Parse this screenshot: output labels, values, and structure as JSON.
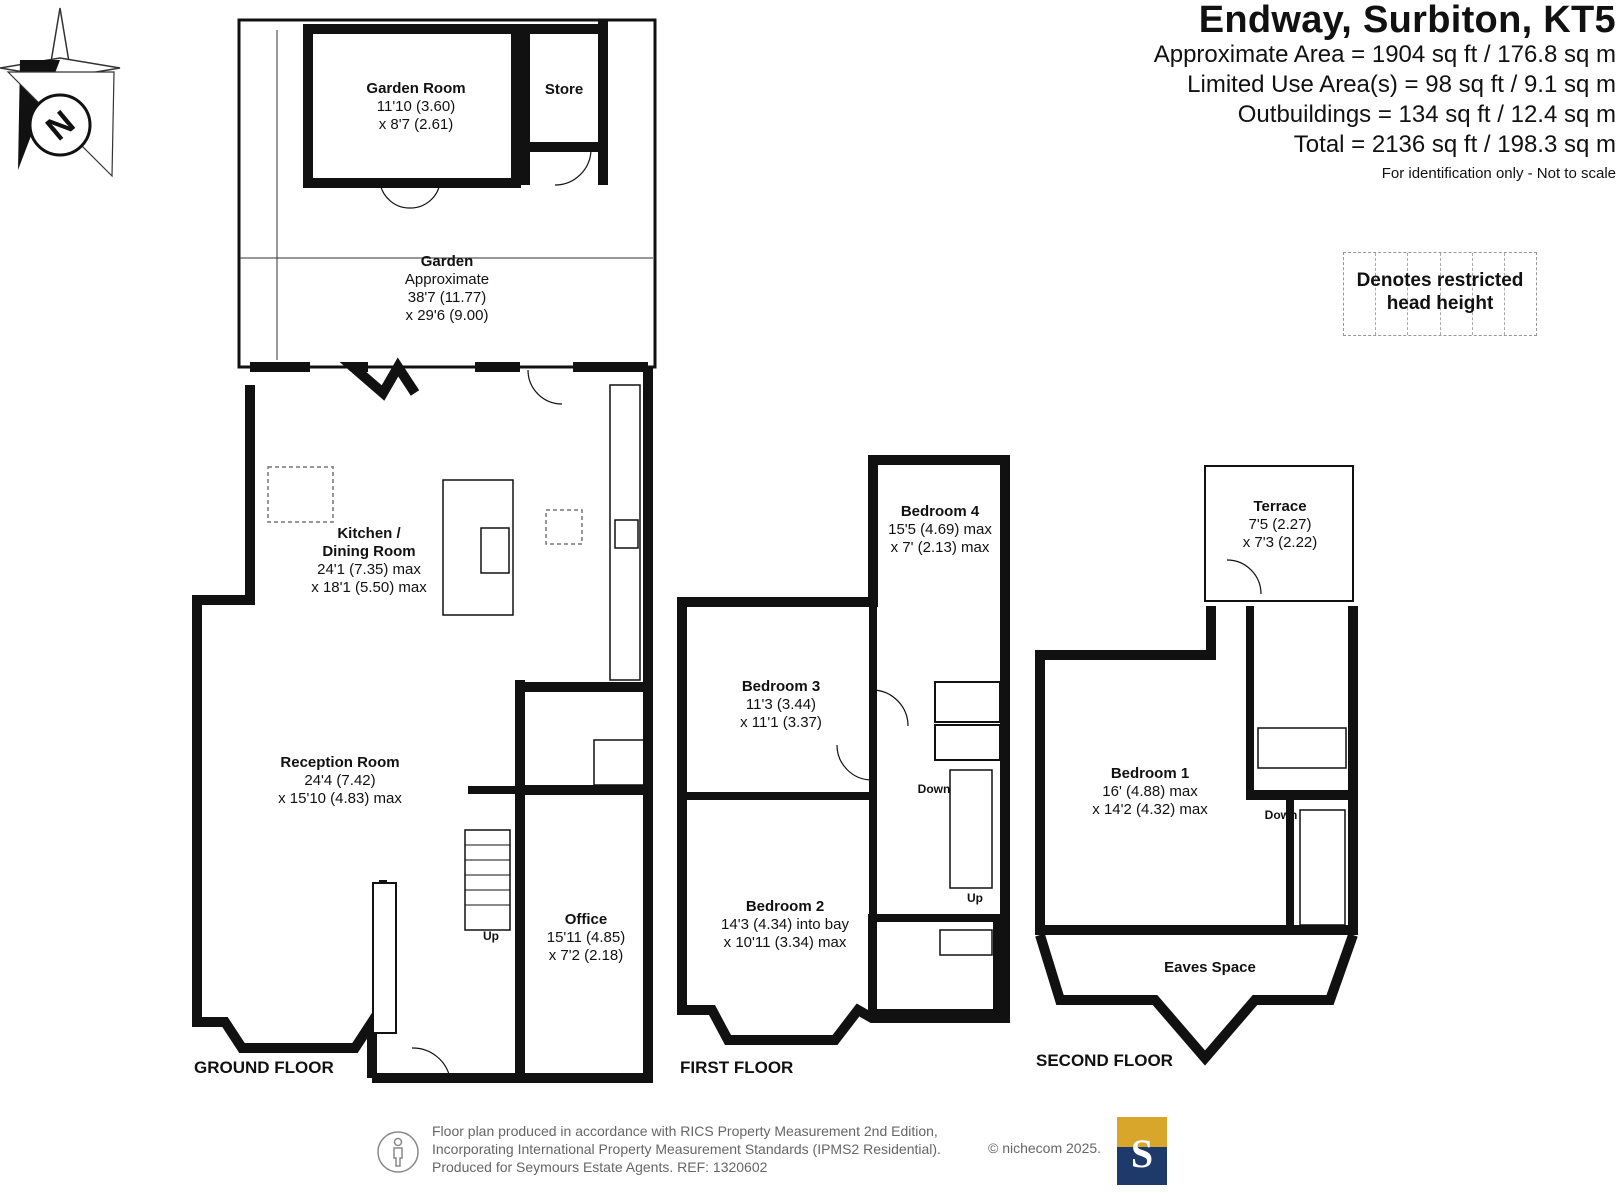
{
  "header": {
    "title": "Endway, Surbiton, KT5",
    "approx_area": "Approximate Area = 1904 sq ft / 176.8 sq m",
    "limited_use": "Limited Use Area(s) = 98 sq ft / 9.1 sq m",
    "outbuildings": "Outbuildings = 134 sq ft / 12.4 sq m",
    "total": "Total = 2136 sq ft / 198.3 sq m",
    "note": "For identification only - Not to scale"
  },
  "legend": {
    "line1": "Denotes restricted",
    "line2": "head height"
  },
  "floors": {
    "ground": "GROUND FLOOR",
    "first": "FIRST FLOOR",
    "second": "SECOND FLOOR"
  },
  "compass": {
    "letter": "N"
  },
  "rooms": {
    "garden_room": {
      "name": "Garden Room",
      "dim1": "11'10 (3.60)",
      "dim2": "x 8'7 (2.61)"
    },
    "store": {
      "name": "Store"
    },
    "garden": {
      "name": "Garden",
      "dim0": "Approximate",
      "dim1": "38'7 (11.77)",
      "dim2": "x 29'6 (9.00)"
    },
    "kitchen": {
      "name1": "Kitchen /",
      "name2": "Dining Room",
      "dim1": "24'1 (7.35) max",
      "dim2": "x 18'1 (5.50) max"
    },
    "reception": {
      "name": "Reception Room",
      "dim1": "24'4 (7.42)",
      "dim2": "x 15'10 (4.83) max"
    },
    "office": {
      "name": "Office",
      "dim1": "15'11 (4.85)",
      "dim2": "x 7'2 (2.18)"
    },
    "bedroom4": {
      "name": "Bedroom 4",
      "dim1": "15'5 (4.69) max",
      "dim2": "x 7' (2.13) max"
    },
    "bedroom3": {
      "name": "Bedroom 3",
      "dim1": "11'3 (3.44)",
      "dim2": "x 11'1 (3.37)"
    },
    "bedroom2": {
      "name": "Bedroom 2",
      "dim1": "14'3 (4.34) into bay",
      "dim2": "x 10'11 (3.34) max"
    },
    "terrace": {
      "name": "Terrace",
      "dim1": "7'5 (2.27)",
      "dim2": "x 7'3 (2.22)"
    },
    "bedroom1": {
      "name": "Bedroom 1",
      "dim1": "16' (4.88) max",
      "dim2": "x 14'2 (4.32) max"
    },
    "eaves": {
      "name": "Eaves Space"
    }
  },
  "stairs": {
    "up_ground": "Up",
    "down_first": "Down",
    "up_first": "Up",
    "down_second": "Down"
  },
  "footer": {
    "line1": "Floor plan produced in accordance with RICS Property Measurement 2nd Edition,",
    "line2": "Incorporating International Property Measurement Standards (IPMS2 Residential).",
    "line3": "Produced for Seymours Estate Agents.   REF: 1320602",
    "copyright": "© nichecom 2025.",
    "logo_letter": "S"
  },
  "colors": {
    "wall": "#111111",
    "logo_blue": "#1d3a6b",
    "logo_gold": "#d8a62a"
  }
}
